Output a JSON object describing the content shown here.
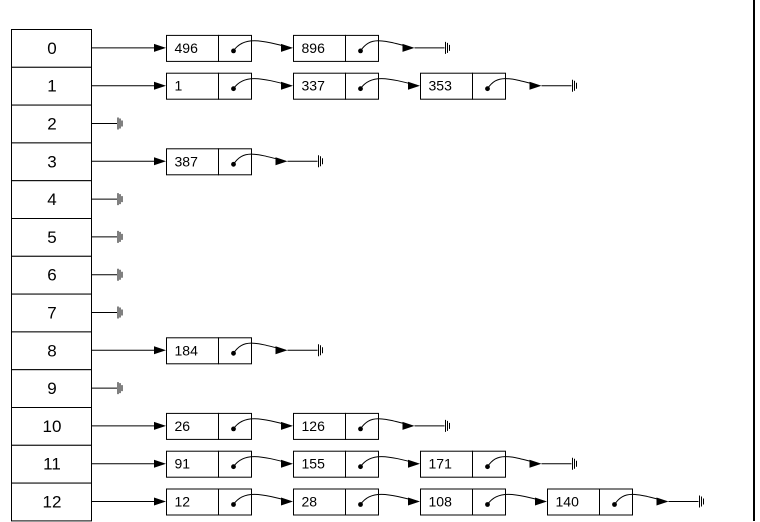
{
  "buckets": [
    {
      "index": "0",
      "values": [
        "496",
        "896"
      ]
    },
    {
      "index": "1",
      "values": [
        "1",
        "337",
        "353"
      ]
    },
    {
      "index": "2",
      "values": []
    },
    {
      "index": "3",
      "values": [
        "387"
      ]
    },
    {
      "index": "4",
      "values": []
    },
    {
      "index": "5",
      "values": []
    },
    {
      "index": "6",
      "values": []
    },
    {
      "index": "7",
      "values": []
    },
    {
      "index": "8",
      "values": [
        "184"
      ]
    },
    {
      "index": "9",
      "values": []
    },
    {
      "index": "10",
      "values": [
        "26",
        "126"
      ]
    },
    {
      "index": "11",
      "values": [
        "91",
        "155",
        "171"
      ]
    },
    {
      "index": "12",
      "values": [
        "12",
        "28",
        "108",
        "140"
      ]
    }
  ],
  "colors": {
    "stroke": "#000000",
    "fill": "#ffffff",
    "text": "#000000"
  }
}
